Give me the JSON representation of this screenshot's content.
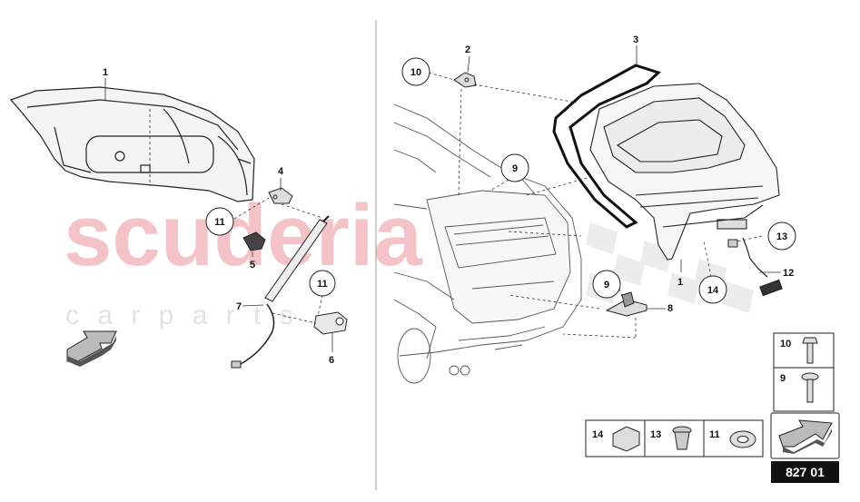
{
  "watermark": {
    "brand": "scuderia",
    "tagline": "c a r p a r t s"
  },
  "callouts": {
    "left_1": "1",
    "left_11a": "11",
    "left_4": "4",
    "left_5": "5",
    "left_7": "7",
    "left_11b": "11",
    "left_6": "6",
    "right_2": "2",
    "right_10": "10",
    "right_3": "3",
    "right_9a": "9",
    "right_13": "13",
    "right_1": "1",
    "right_14": "14",
    "right_12": "12",
    "right_9b": "9",
    "right_8": "8"
  },
  "legend_vertical": [
    {
      "num": "10",
      "icon": "bolt-flange-icon"
    },
    {
      "num": "9",
      "icon": "bolt-washer-icon"
    }
  ],
  "legend_horizontal": [
    {
      "num": "14",
      "icon": "clip-block-icon"
    },
    {
      "num": "13",
      "icon": "expansion-nut-icon"
    },
    {
      "num": "11",
      "icon": "grommet-icon"
    }
  ],
  "page_code": "827 01",
  "colors": {
    "line": "#222222",
    "watermark": "#f2b8bd",
    "flag": "#dddddd"
  }
}
